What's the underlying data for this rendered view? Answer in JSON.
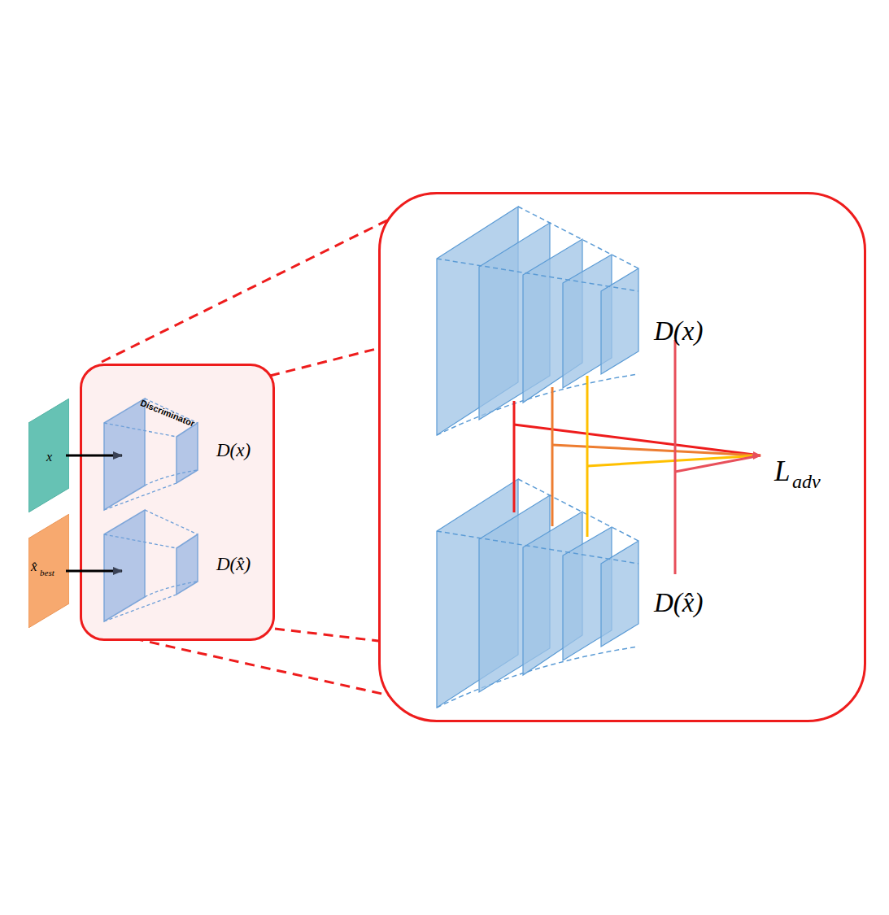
{
  "diagram": {
    "nodes": [
      {
        "text": [
          "x"
        ]
      },
      {
        "text": [
          "x̂",
          "best"
        ]
      },
      {
        "text": [
          "Discriminator",
          "D(x)",
          "D(x̂)"
        ]
      },
      {
        "text": [
          "D(x)",
          "D(x̂)",
          "L",
          "adv"
        ]
      }
    ],
    "edges": [
      {
        "from": 0,
        "to": 2,
        "arrow": "to"
      },
      {
        "from": 1,
        "to": 2,
        "arrow": "to"
      }
    ]
  }
}
